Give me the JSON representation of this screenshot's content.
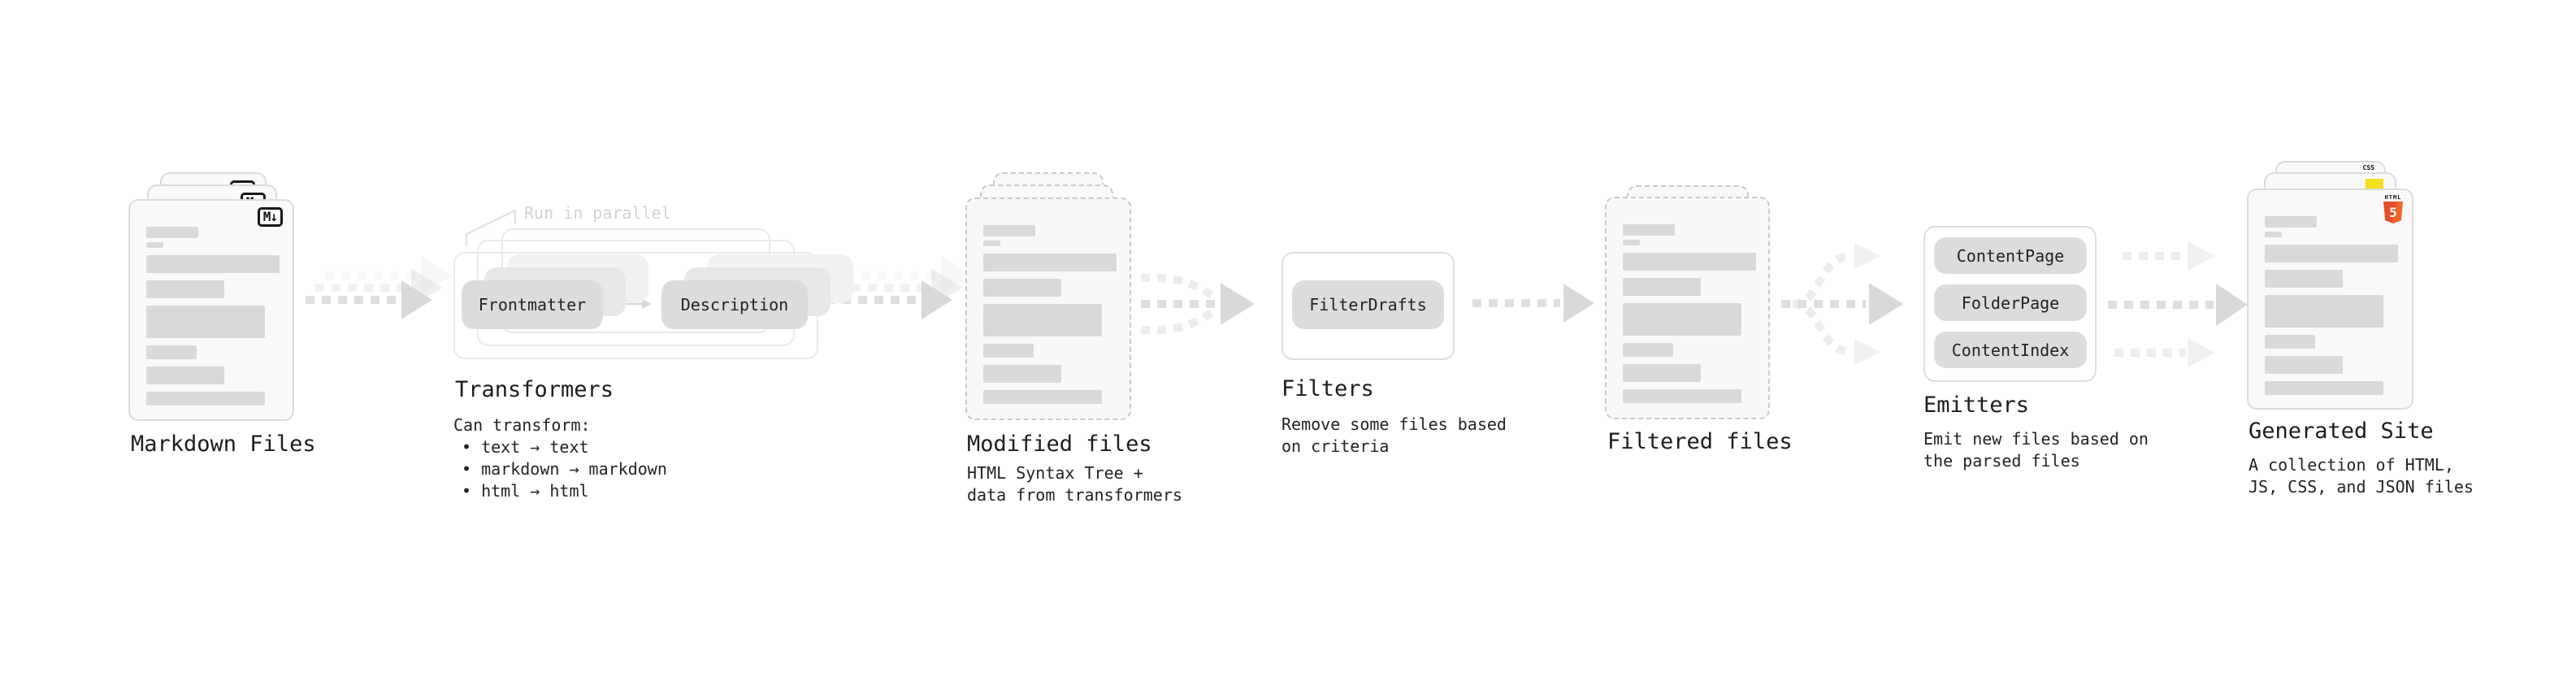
{
  "diagram": {
    "markdown_files": {
      "title": "Markdown Files",
      "badge": "M↓"
    },
    "transformers": {
      "note": "Run in parallel",
      "pill_left": "Frontmatter",
      "pill_right": "Description",
      "title": "Transformers",
      "desc_heading": "Can transform:",
      "bullets": [
        "• text → text",
        "• markdown → markdown",
        "• html → html"
      ]
    },
    "modified_files": {
      "title": "Modified files",
      "desc_lines": [
        "HTML Syntax Tree +",
        "data from transformers"
      ]
    },
    "filters": {
      "pill": "FilterDrafts",
      "title": "Filters",
      "desc_lines": [
        "Remove some files based",
        "on criteria"
      ]
    },
    "filtered_files": {
      "title": "Filtered files"
    },
    "emitters": {
      "pills": [
        "ContentPage",
        "FolderPage",
        "ContentIndex"
      ],
      "title": "Emitters",
      "desc_lines": [
        "Emit new files based on",
        "the parsed files"
      ]
    },
    "generated_site": {
      "title": "Generated Site",
      "desc_lines": [
        "A collection of HTML,",
        "JS, CSS, and JSON files"
      ],
      "badge_css": "CSS",
      "badge_html_word": "HTML",
      "badge_html_number": "5"
    },
    "colors": {
      "html5_orange": "#e44d26",
      "js_yellow": "#f7df1e",
      "css_blue": "#2965f1"
    }
  }
}
